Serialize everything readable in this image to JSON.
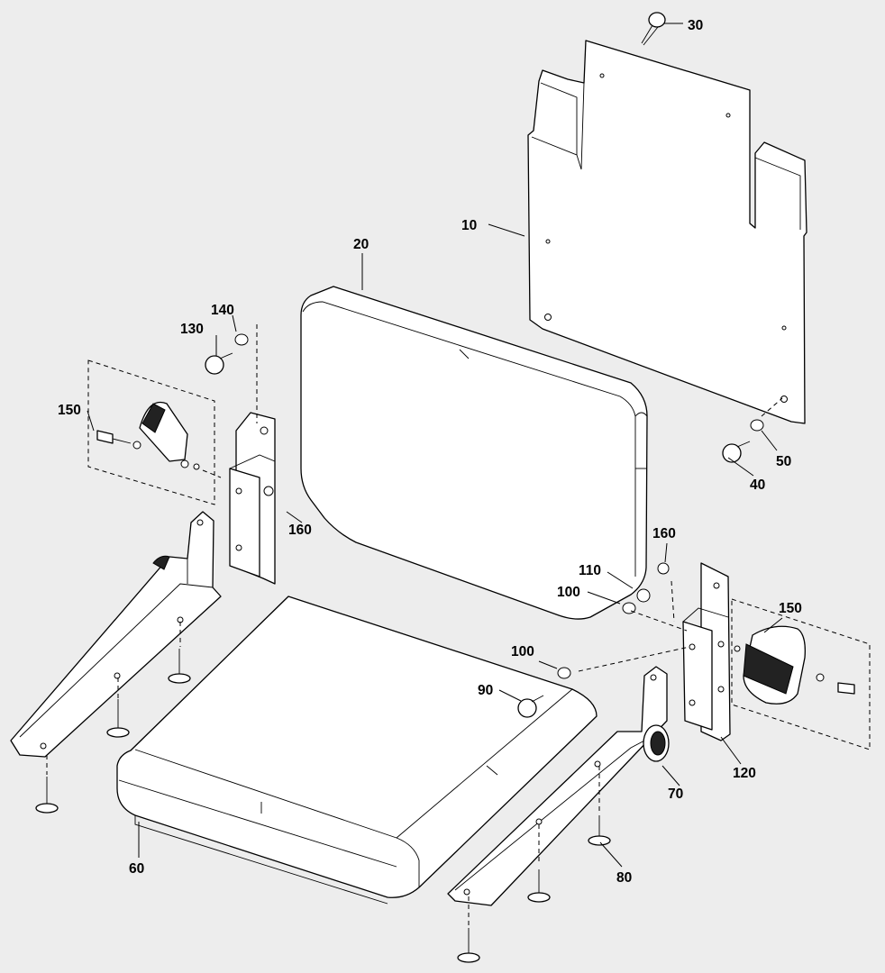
{
  "diagram": {
    "callouts": [
      "10",
      "20",
      "30",
      "40",
      "50",
      "60",
      "70",
      "80",
      "90",
      "100",
      "100",
      "110",
      "120",
      "130",
      "140",
      "150",
      "150",
      "160",
      "160"
    ]
  },
  "labels": {
    "l10": "10",
    "l20": "20",
    "l30": "30",
    "l40": "40",
    "l50": "50",
    "l60": "60",
    "l70": "70",
    "l80": "80",
    "l90": "90",
    "l100a": "100",
    "l100b": "100",
    "l110": "110",
    "l120": "120",
    "l130": "130",
    "l140": "140",
    "l150a": "150",
    "l150b": "150",
    "l160a": "160",
    "l160b": "160"
  }
}
